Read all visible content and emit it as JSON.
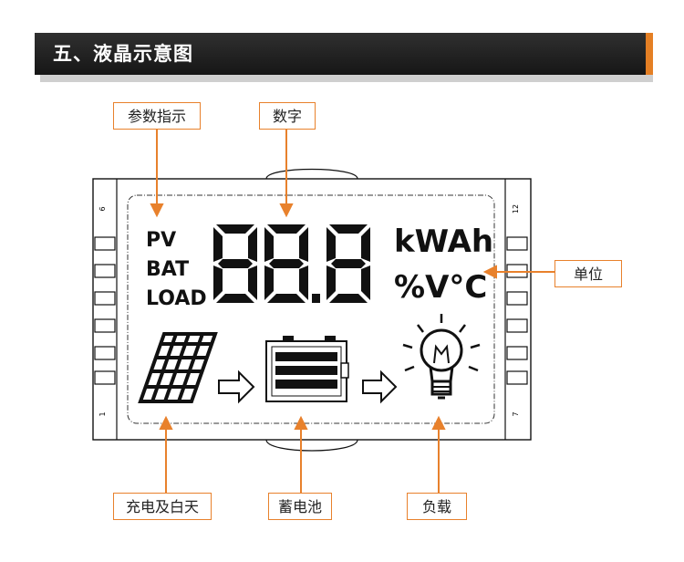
{
  "header": {
    "title": "五、液晶示意图"
  },
  "lcd": {
    "pin_labels": {
      "left_top": "6",
      "left_bottom": "1",
      "right_top": "12",
      "right_bottom": "7"
    },
    "param_labels": [
      "PV",
      "BAT",
      "LOAD"
    ],
    "digits": "88.8",
    "unit_top": "kWAh",
    "unit_bottom": "%V°C"
  },
  "callouts": {
    "param": "参数指示",
    "digits": "数字",
    "unit": "单位",
    "solar": "充电及白天",
    "battery": "蓄电池",
    "load": "负载"
  },
  "colors": {
    "accent": "#e8812c",
    "header_bg": "#1e1e1e"
  }
}
